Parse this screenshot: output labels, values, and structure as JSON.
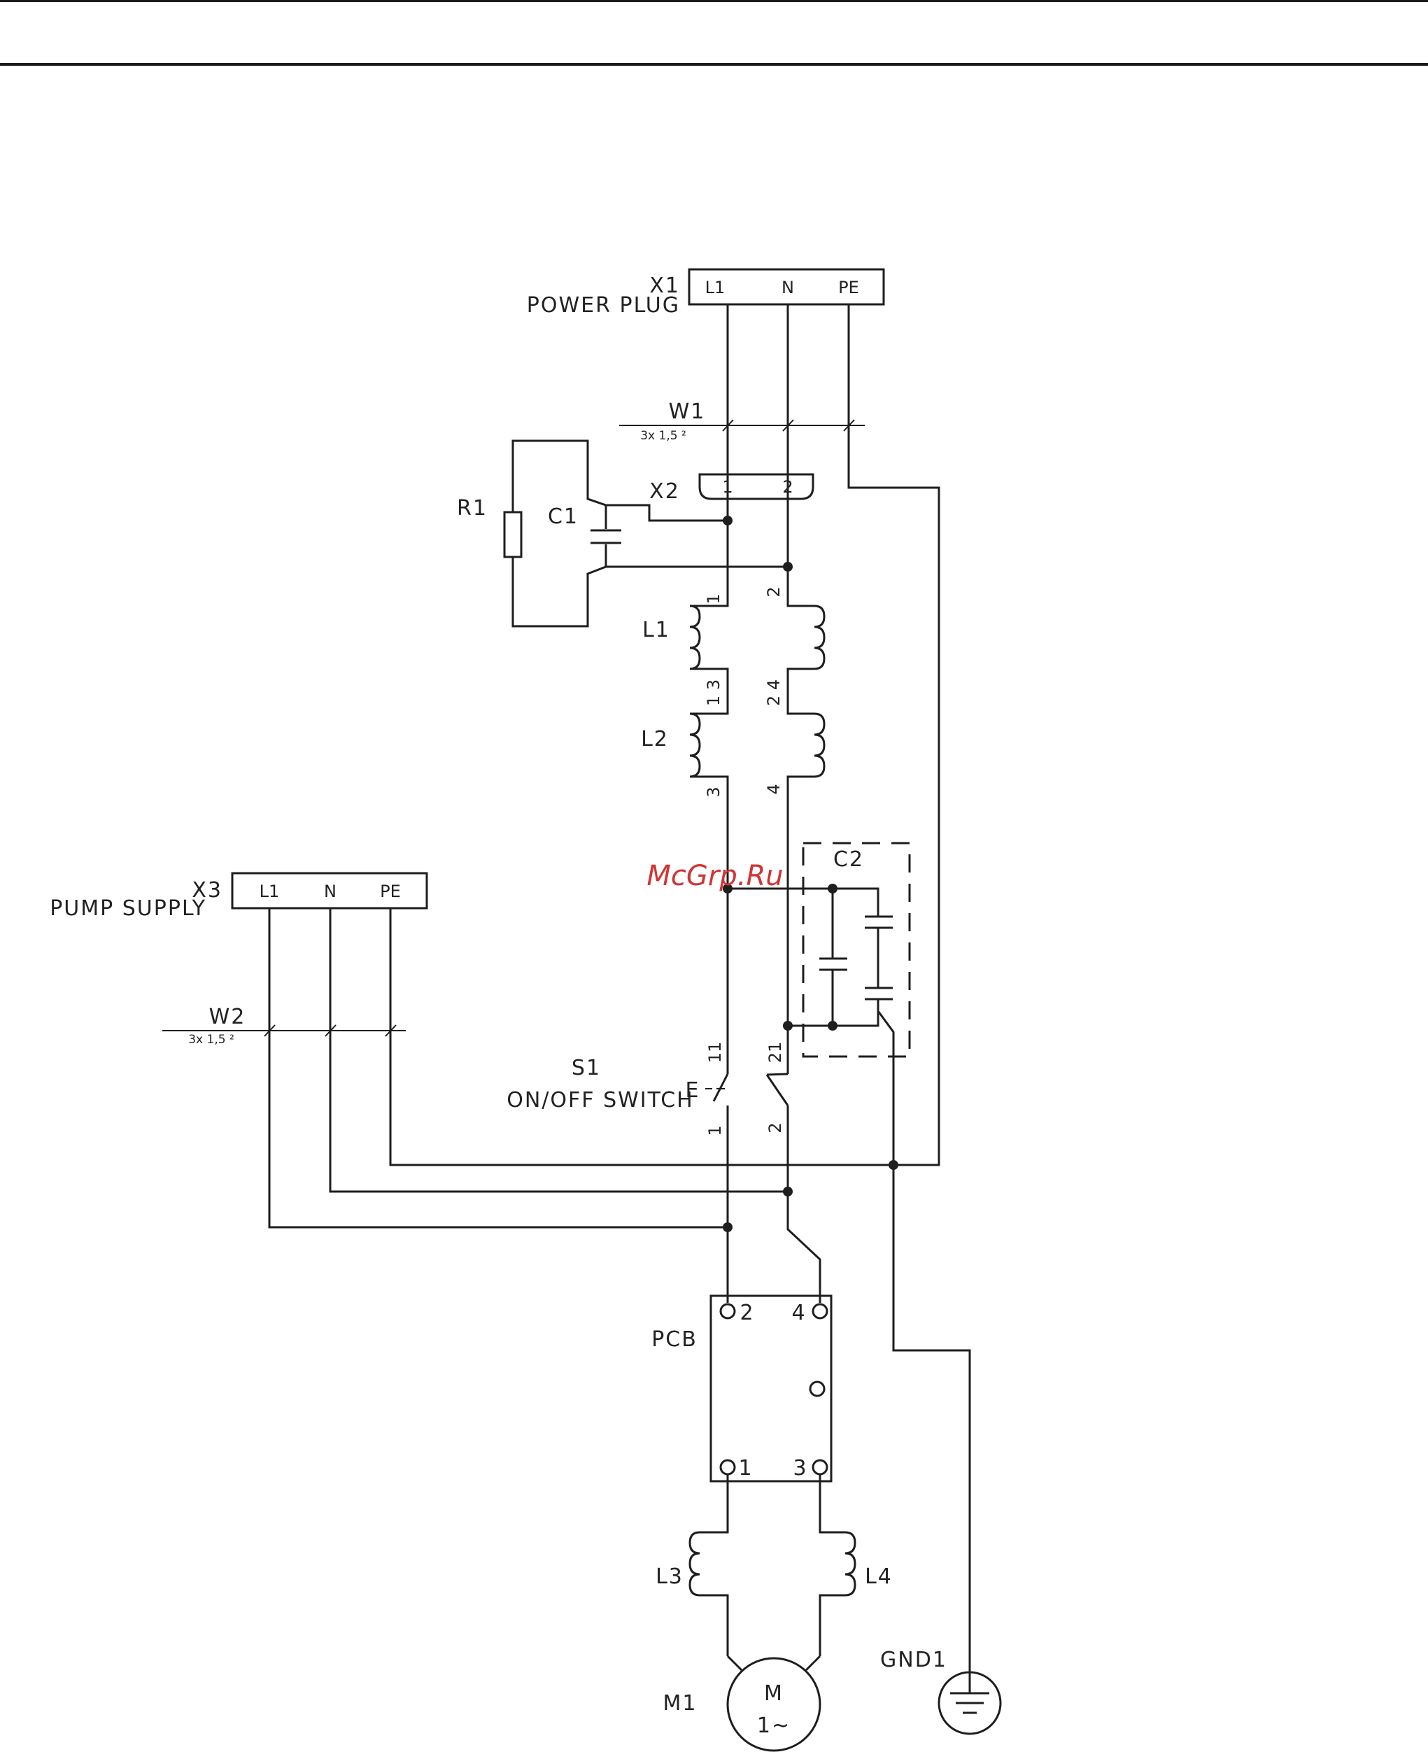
{
  "watermark": "McGrp.Ru",
  "x1": {
    "ref": "X1",
    "name": "POWER PLUG",
    "pins": [
      "L1",
      "N",
      "PE"
    ]
  },
  "w1": {
    "ref": "W1",
    "spec": "3x 1,5 ²"
  },
  "x2": {
    "ref": "X2",
    "pins": [
      "1",
      "2"
    ]
  },
  "r1": {
    "ref": "R1"
  },
  "c1": {
    "ref": "C1"
  },
  "l1": {
    "ref": "L1",
    "pin_a": "1",
    "pin_b": "2",
    "pin_c": "1 3",
    "pin_d": "2 4"
  },
  "l2": {
    "ref": "L2",
    "pin_a": "3",
    "pin_b": "4"
  },
  "c2": {
    "ref": "C2"
  },
  "x3": {
    "ref": "X3",
    "name": "PUMP SUPPLY",
    "pins": [
      "L1",
      "N",
      "PE"
    ]
  },
  "w2": {
    "ref": "W2",
    "spec": "3x 1,5 ²"
  },
  "s1": {
    "ref": "S1",
    "name": "ON/OFF SWITCH",
    "pin_11": "11",
    "pin_21": "21",
    "pin_1": "1",
    "pin_2": "2",
    "actuator": "E"
  },
  "pcb": {
    "ref": "PCB",
    "pins": [
      "2",
      "4",
      "1",
      "3"
    ]
  },
  "l3": {
    "ref": "L3"
  },
  "l4": {
    "ref": "L4"
  },
  "m1": {
    "ref": "M1",
    "symbol": "M",
    "phase": "1~"
  },
  "gnd1": {
    "ref": "GND1"
  }
}
